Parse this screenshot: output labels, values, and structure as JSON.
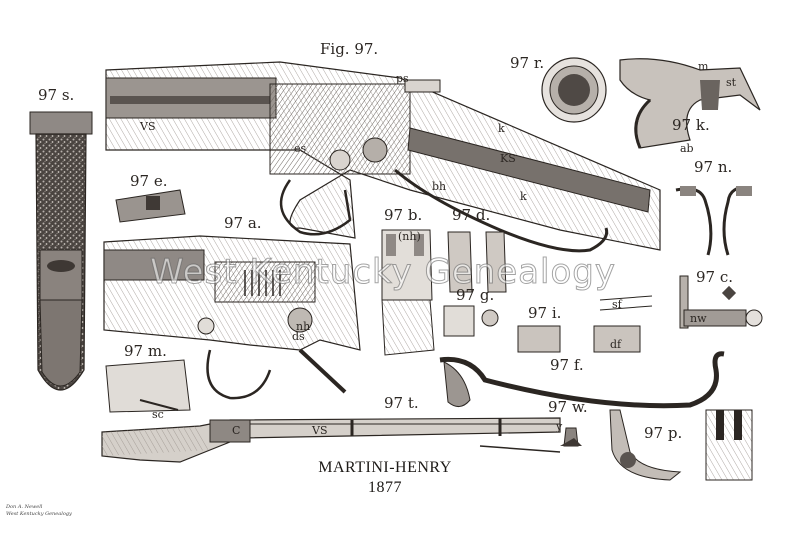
{
  "plate": {
    "figure_title": "Fig. 97.",
    "title_line1": "MARTINI-HENRY",
    "title_line2": "1877",
    "watermark": "West Kentucky Genealogy",
    "signature_line1": "Don A. Newell",
    "signature_line2": "West Kentucky Genealogy"
  },
  "figure_labels": {
    "s": "97 s.",
    "r": "97 r.",
    "k": "97 k.",
    "e": "97 e.",
    "a": "97 a.",
    "b": "97 b.",
    "d": "97 d.",
    "n": "97 n.",
    "c": "97 c.",
    "g": "97 g.",
    "i": "97 i.",
    "m": "97 m.",
    "f": "97 f.",
    "t": "97 t.",
    "w": "97 w.",
    "p": "97 p."
  },
  "part_letters": {
    "vs_main": "VS",
    "ks": "KS",
    "k1": "k",
    "k2": "k",
    "bh": "bh",
    "ps": "ps",
    "es": "es",
    "nh": "nh",
    "nh_paren": "(nh)",
    "ds": "ds",
    "vs_rifle": "VS",
    "c_rifle": "C",
    "m": "m",
    "st": "st",
    "ab": "ab",
    "nw": "nw",
    "df": "df",
    "sf": "sf",
    "sc": "sc",
    "y": "y"
  },
  "colors": {
    "ink": "#2b2622",
    "wood": "#9b8f86",
    "metal": "#8e8e8c",
    "dark": "#3a3532",
    "light": "#d9d4cf"
  }
}
